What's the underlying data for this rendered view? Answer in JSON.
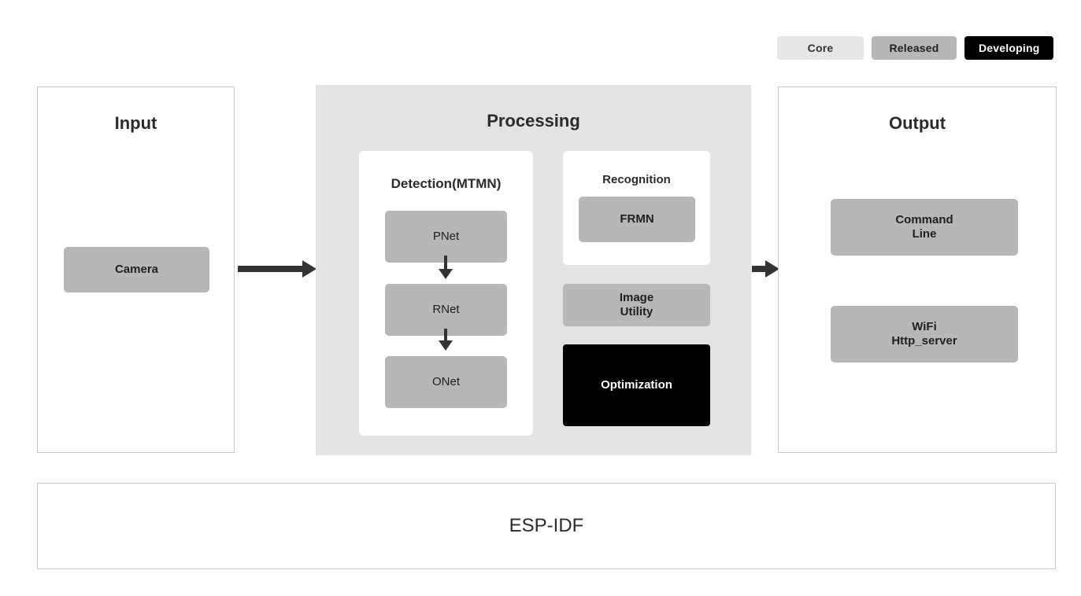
{
  "legend": {
    "items": [
      {
        "label": "Core",
        "color": "#e6e6e6",
        "text_color": "#333333"
      },
      {
        "label": "Released",
        "color": "#b7b7b7",
        "text_color": "#1f1f1f"
      },
      {
        "label": "Developing",
        "color": "#000000",
        "text_color": "#ffffff"
      }
    ]
  },
  "panels": {
    "input": {
      "title": "Input",
      "nodes": [
        {
          "label": "Camera",
          "status": "Released"
        }
      ]
    },
    "processing": {
      "title": "Processing",
      "detection": {
        "title": "Detection(MTMN)",
        "nodes": [
          {
            "label": "PNet",
            "status": "Released"
          },
          {
            "label": "RNet",
            "status": "Released"
          },
          {
            "label": "ONet",
            "status": "Released"
          }
        ]
      },
      "recognition": {
        "title": "Recognition",
        "nodes": [
          {
            "label": "FRMN",
            "status": "Released"
          }
        ]
      },
      "extras": [
        {
          "label": "Image\nUtility",
          "status": "Released"
        },
        {
          "label": "Optimization",
          "status": "Developing"
        }
      ]
    },
    "output": {
      "title": "Output",
      "nodes": [
        {
          "label": "Command\nLine",
          "status": "Released"
        },
        {
          "label": "WiFi\nHttp_server",
          "status": "Released"
        }
      ]
    }
  },
  "foundation": {
    "label": "ESP-IDF"
  },
  "flow": {
    "input_to_processing": "arrow-right",
    "processing_to_output": "arrow-right",
    "pnet_to_rnet": "arrow-down",
    "rnet_to_onet": "arrow-down"
  }
}
